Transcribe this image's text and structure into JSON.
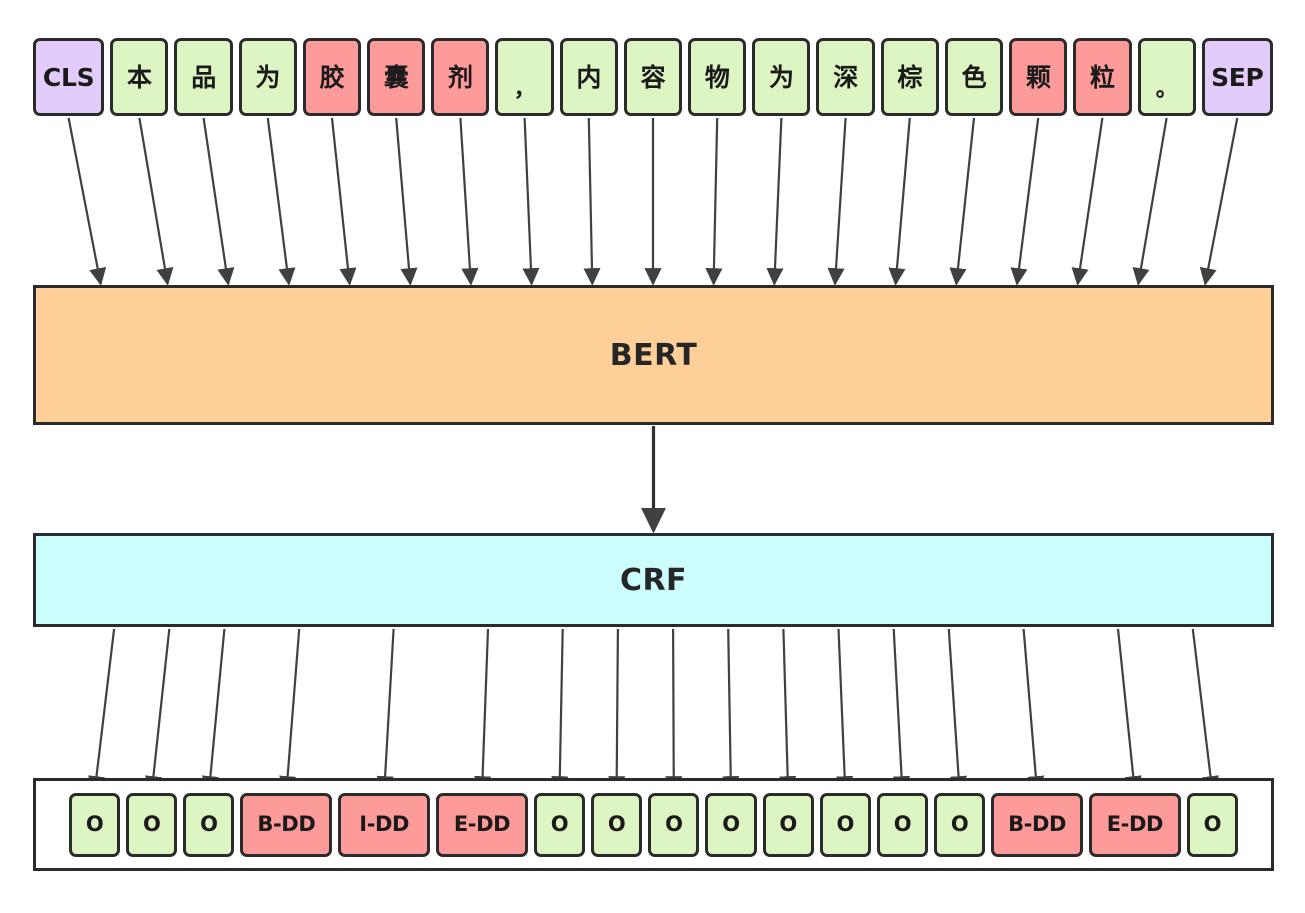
{
  "diagram": {
    "title": "BERT-CRF sequence labeling architecture",
    "colors": {
      "token_green": "#ddf5c3",
      "token_red": "#fd9a9a",
      "token_purple": "#e2ccfb",
      "bert_orange": "#ffcf9a",
      "crf_cyan": "#cbfdfd",
      "outline": "#2b2b2b",
      "arrow": "#404040"
    }
  },
  "input_layer": {
    "name": "input-token-row",
    "tokens": [
      {
        "text": "CLS",
        "color": "purple",
        "kind": "special"
      },
      {
        "text": "本",
        "color": "green",
        "kind": "char"
      },
      {
        "text": "品",
        "color": "green",
        "kind": "char"
      },
      {
        "text": "为",
        "color": "green",
        "kind": "char"
      },
      {
        "text": "胶",
        "color": "red",
        "kind": "char"
      },
      {
        "text": "囊",
        "color": "red",
        "kind": "char"
      },
      {
        "text": "剂",
        "color": "red",
        "kind": "char"
      },
      {
        "text": "，",
        "color": "green",
        "kind": "punct"
      },
      {
        "text": "内",
        "color": "green",
        "kind": "char"
      },
      {
        "text": "容",
        "color": "green",
        "kind": "char"
      },
      {
        "text": "物",
        "color": "green",
        "kind": "char"
      },
      {
        "text": "为",
        "color": "green",
        "kind": "char"
      },
      {
        "text": "深",
        "color": "green",
        "kind": "char"
      },
      {
        "text": "棕",
        "color": "green",
        "kind": "char"
      },
      {
        "text": "色",
        "color": "green",
        "kind": "char"
      },
      {
        "text": "颗",
        "color": "red",
        "kind": "char"
      },
      {
        "text": "粒",
        "color": "red",
        "kind": "char"
      },
      {
        "text": "。",
        "color": "green",
        "kind": "punct"
      },
      {
        "text": "SEP",
        "color": "purple",
        "kind": "special"
      }
    ]
  },
  "encoder_layer": {
    "name": "bert-block",
    "label": "BERT"
  },
  "decoder_layer": {
    "name": "crf-block",
    "label": "CRF"
  },
  "output_layer": {
    "name": "output-tag-row",
    "tags": [
      {
        "text": "O",
        "color": "green"
      },
      {
        "text": "O",
        "color": "green"
      },
      {
        "text": "O",
        "color": "green"
      },
      {
        "text": "B-DD",
        "color": "red"
      },
      {
        "text": "I-DD",
        "color": "red"
      },
      {
        "text": "E-DD",
        "color": "red"
      },
      {
        "text": "O",
        "color": "green"
      },
      {
        "text": "O",
        "color": "green"
      },
      {
        "text": "O",
        "color": "green"
      },
      {
        "text": "O",
        "color": "green"
      },
      {
        "text": "O",
        "color": "green"
      },
      {
        "text": "O",
        "color": "green"
      },
      {
        "text": "O",
        "color": "green"
      },
      {
        "text": "O",
        "color": "green"
      },
      {
        "text": "B-DD",
        "color": "red"
      },
      {
        "text": "E-DD",
        "color": "red"
      },
      {
        "text": "O",
        "color": "green"
      }
    ]
  }
}
